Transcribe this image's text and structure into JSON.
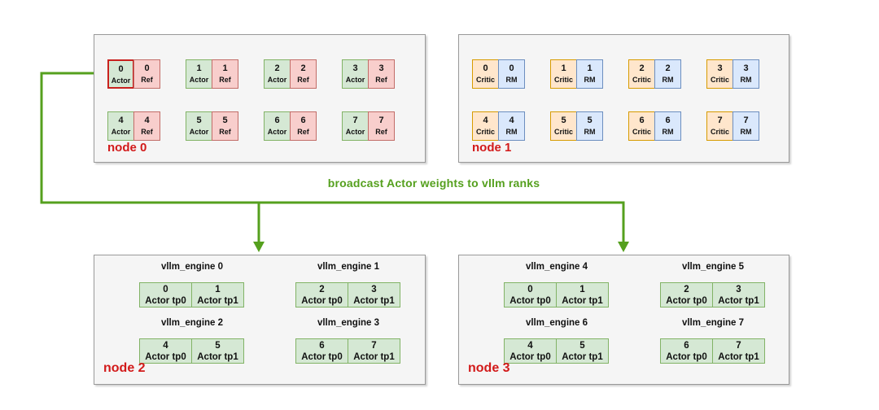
{
  "colors": {
    "arrow_green": "#55a01e",
    "node_label_red": "#d21a1a",
    "highlight_red": "#c9211e",
    "actor_fill": "#d5e8d4",
    "actor_stroke": "#82b366",
    "ref_fill": "#f8cecc",
    "ref_stroke": "#c26d68",
    "critic_fill": "#ffe6cc",
    "critic_stroke": "#d79b00",
    "rm_fill": "#dae8fc",
    "rm_stroke": "#6c8ebf"
  },
  "broadcast_label": "broadcast Actor weights to vllm ranks",
  "node0": {
    "label": "node 0",
    "left_role": "Actor",
    "right_role": "Ref",
    "row1": [
      {
        "n": "0",
        "hl": true
      },
      {
        "n": "1"
      },
      {
        "n": "2"
      },
      {
        "n": "3"
      }
    ],
    "row2": [
      {
        "n": "4"
      },
      {
        "n": "5"
      },
      {
        "n": "6"
      },
      {
        "n": "7"
      }
    ]
  },
  "node1": {
    "label": "node 1",
    "left_role": "Critic",
    "right_role": "RM",
    "row1": [
      {
        "n": "0"
      },
      {
        "n": "1"
      },
      {
        "n": "2"
      },
      {
        "n": "3"
      }
    ],
    "row2": [
      {
        "n": "4"
      },
      {
        "n": "5"
      },
      {
        "n": "6"
      },
      {
        "n": "7"
      }
    ]
  },
  "node2": {
    "label": "node 2",
    "engines": [
      {
        "title": "vllm_engine 0",
        "cells": [
          {
            "n": "0",
            "label": "Actor tp0"
          },
          {
            "n": "1",
            "label": "Actor tp1"
          }
        ]
      },
      {
        "title": "vllm_engine 1",
        "cells": [
          {
            "n": "2",
            "label": "Actor tp0"
          },
          {
            "n": "3",
            "label": "Actor tp1"
          }
        ]
      },
      {
        "title": "vllm_engine 2",
        "cells": [
          {
            "n": "4",
            "label": "Actor tp0"
          },
          {
            "n": "5",
            "label": "Actor tp1"
          }
        ]
      },
      {
        "title": "vllm_engine 3",
        "cells": [
          {
            "n": "6",
            "label": "Actor tp0"
          },
          {
            "n": "7",
            "label": "Actor tp1"
          }
        ]
      }
    ]
  },
  "node3": {
    "label": "node 3",
    "engines": [
      {
        "title": "vllm_engine 4",
        "cells": [
          {
            "n": "0",
            "label": "Actor tp0"
          },
          {
            "n": "1",
            "label": "Actor tp1"
          }
        ]
      },
      {
        "title": "vllm_engine 5",
        "cells": [
          {
            "n": "2",
            "label": "Actor tp0"
          },
          {
            "n": "3",
            "label": "Actor tp1"
          }
        ]
      },
      {
        "title": "vllm_engine 6",
        "cells": [
          {
            "n": "4",
            "label": "Actor tp0"
          },
          {
            "n": "5",
            "label": "Actor tp1"
          }
        ]
      },
      {
        "title": "vllm_engine 7",
        "cells": [
          {
            "n": "6",
            "label": "Actor tp0"
          },
          {
            "n": "7",
            "label": "Actor tp1"
          }
        ]
      }
    ]
  }
}
